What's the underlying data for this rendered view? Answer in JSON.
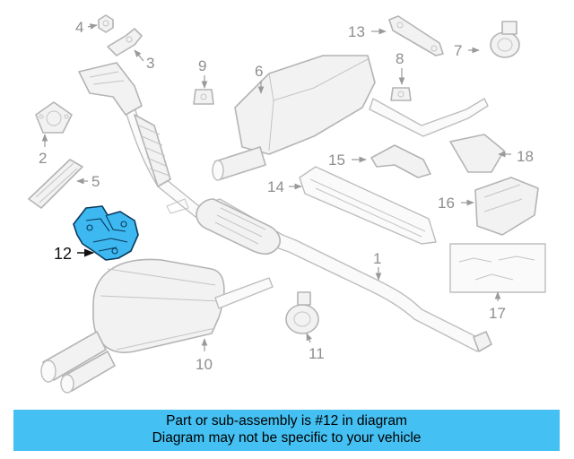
{
  "diagram": {
    "callouts": {
      "c1": "1",
      "c2": "2",
      "c3": "3",
      "c4": "4",
      "c5": "5",
      "c6": "6",
      "c7": "7",
      "c8": "8",
      "c9": "9",
      "c10": "10",
      "c11": "11",
      "c12": "12",
      "c13": "13",
      "c14": "14",
      "c15": "15",
      "c16": "16",
      "c17": "17",
      "c18": "18"
    },
    "highlighted_part": "12",
    "colors": {
      "highlight": "#3db8f0",
      "banner": "#44c0f2",
      "line": "#b4b4b4"
    }
  },
  "banner": {
    "line1": "Part or sub-assembly is #12 in diagram",
    "line2": "Diagram may not be specific to your vehicle"
  }
}
